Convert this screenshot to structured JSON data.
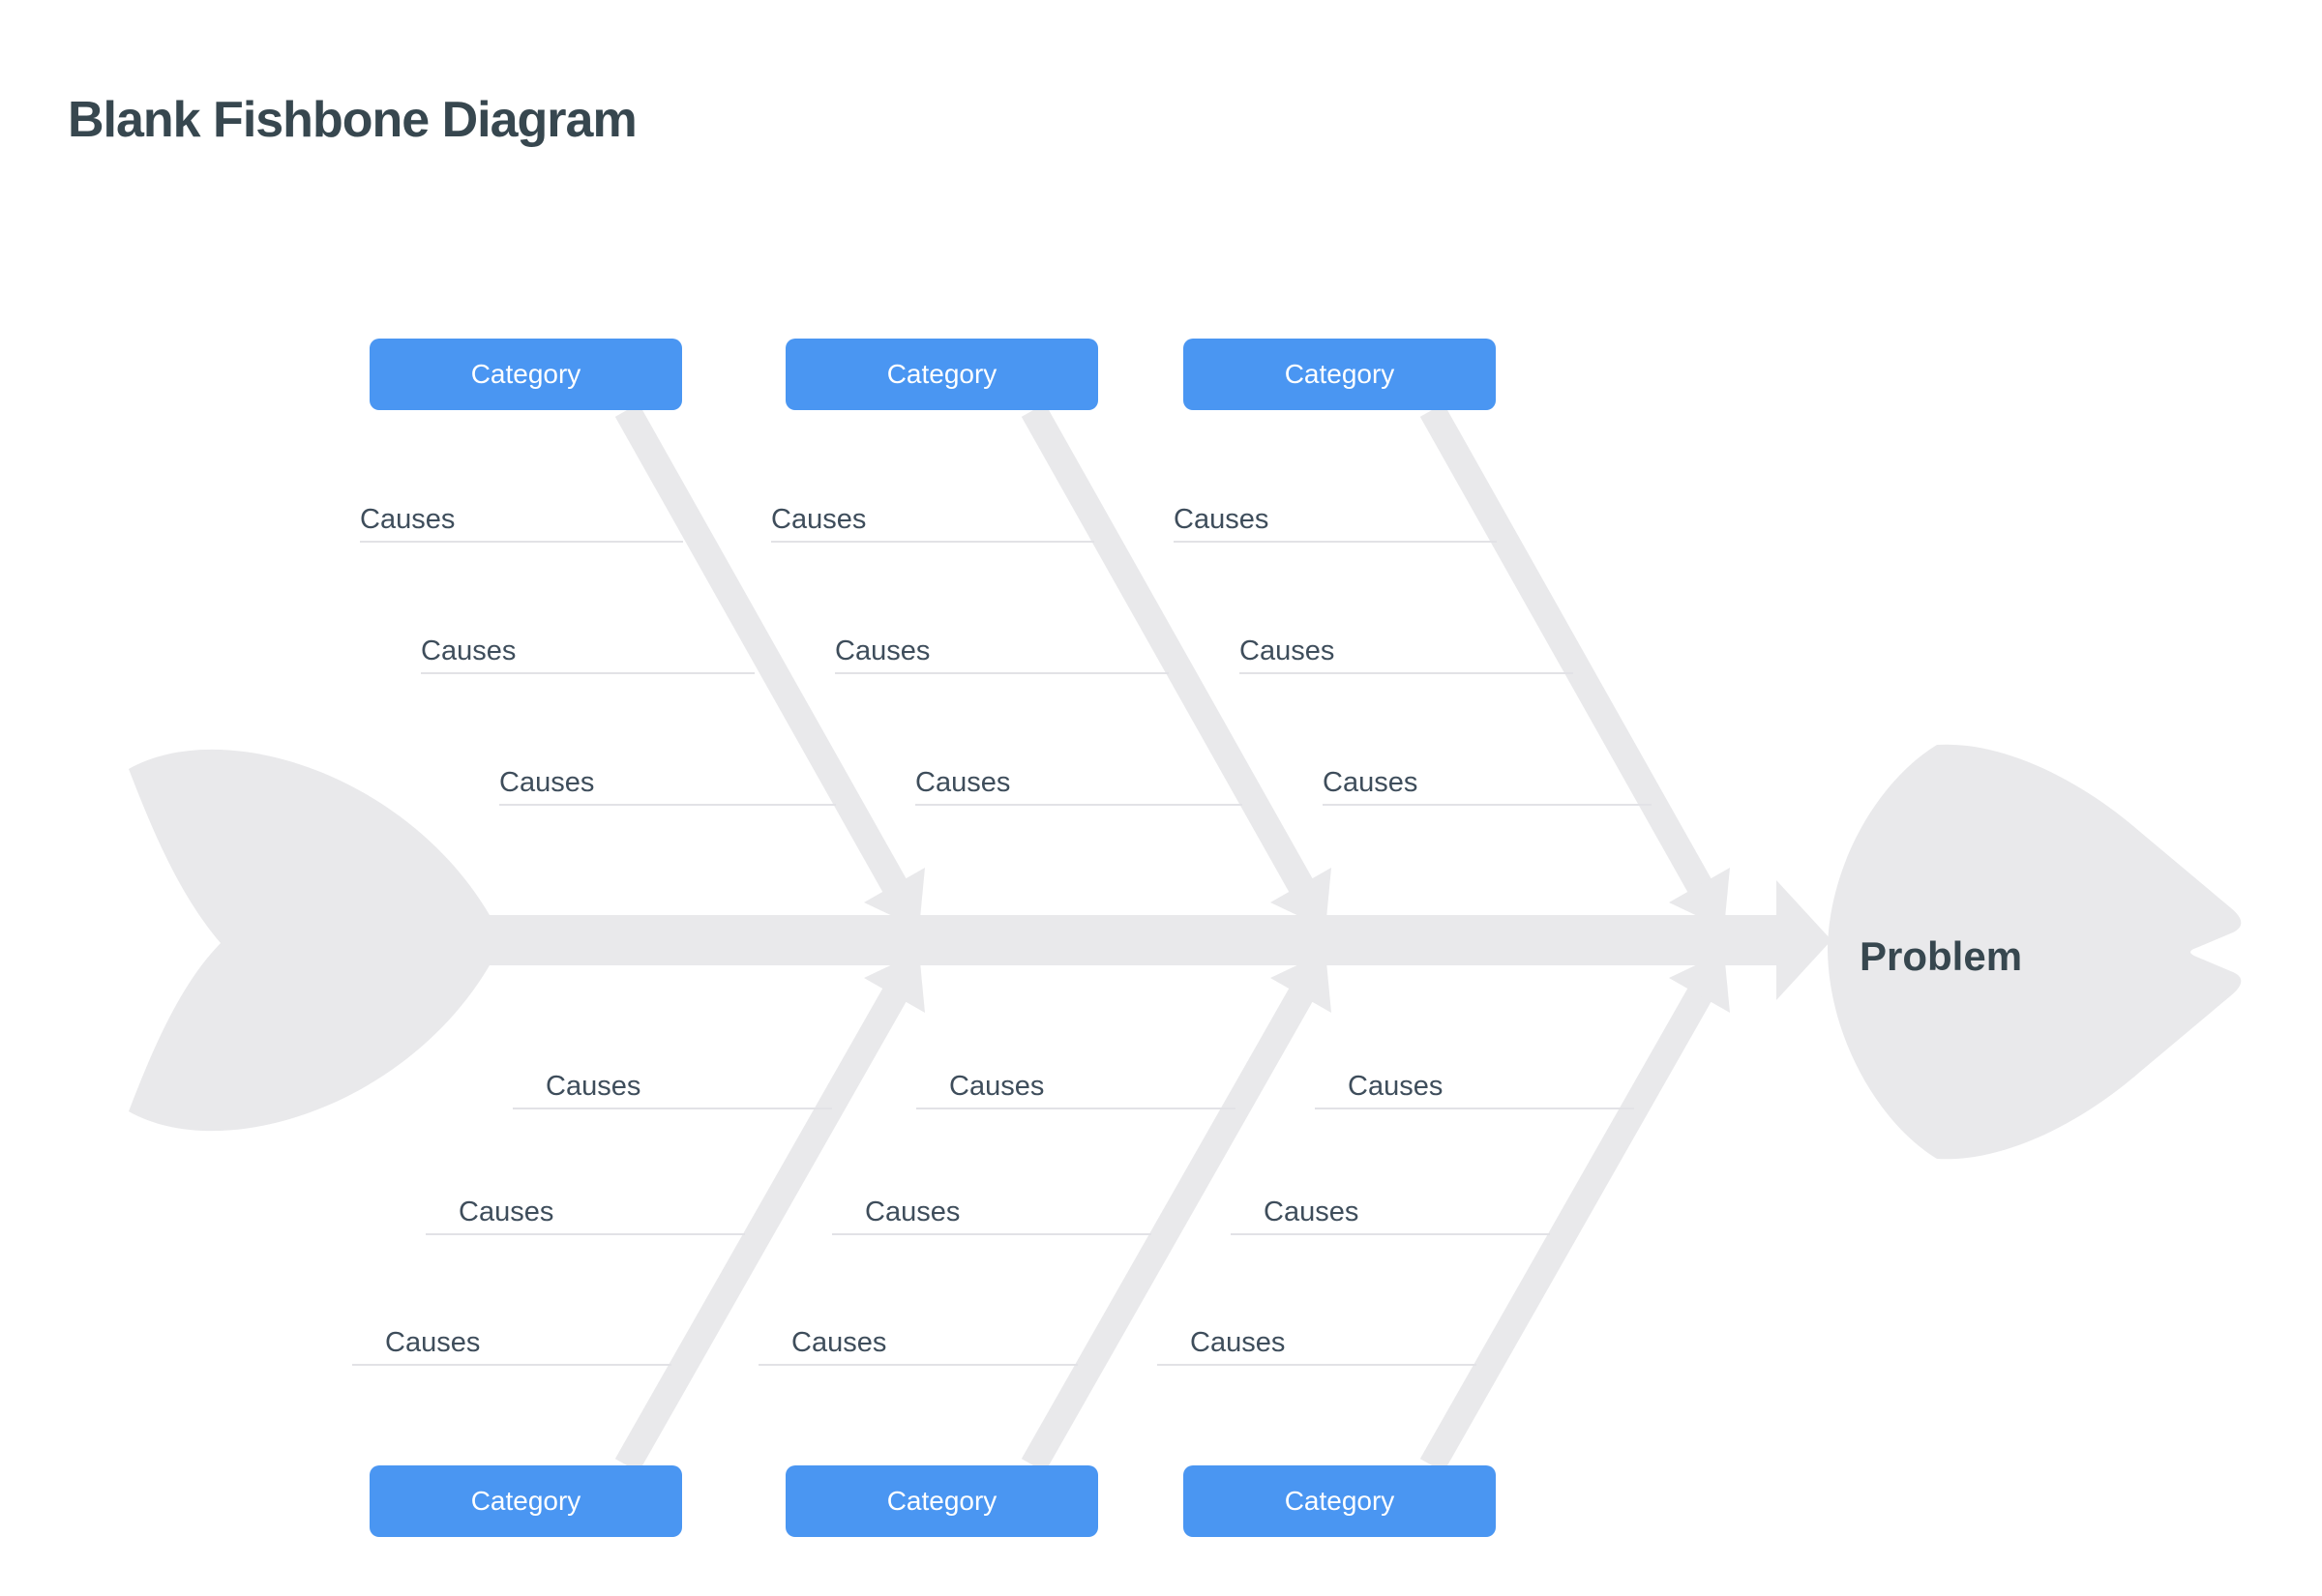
{
  "page": {
    "title": "Blank Fishbone Diagram"
  },
  "diagram": {
    "problem_label": "Problem",
    "top_branches": [
      {
        "category": "Category",
        "causes": [
          "Causes",
          "Causes",
          "Causes"
        ]
      },
      {
        "category": "Category",
        "causes": [
          "Causes",
          "Causes",
          "Causes"
        ]
      },
      {
        "category": "Category",
        "causes": [
          "Causes",
          "Causes",
          "Causes"
        ]
      }
    ],
    "bottom_branches": [
      {
        "category": "Category",
        "causes": [
          "Causes",
          "Causes",
          "Causes"
        ]
      },
      {
        "category": "Category",
        "causes": [
          "Causes",
          "Causes",
          "Causes"
        ]
      },
      {
        "category": "Category",
        "causes": [
          "Causes",
          "Causes",
          "Causes"
        ]
      }
    ],
    "colors": {
      "category_fill": "#4a96f2",
      "category_text": "#ffffff",
      "bone": "#e9e9eb",
      "ink": "#37474f",
      "cause_ink": "#3e4d5b",
      "cause_line": "#e2e2e6",
      "background": "#ffffff"
    }
  }
}
